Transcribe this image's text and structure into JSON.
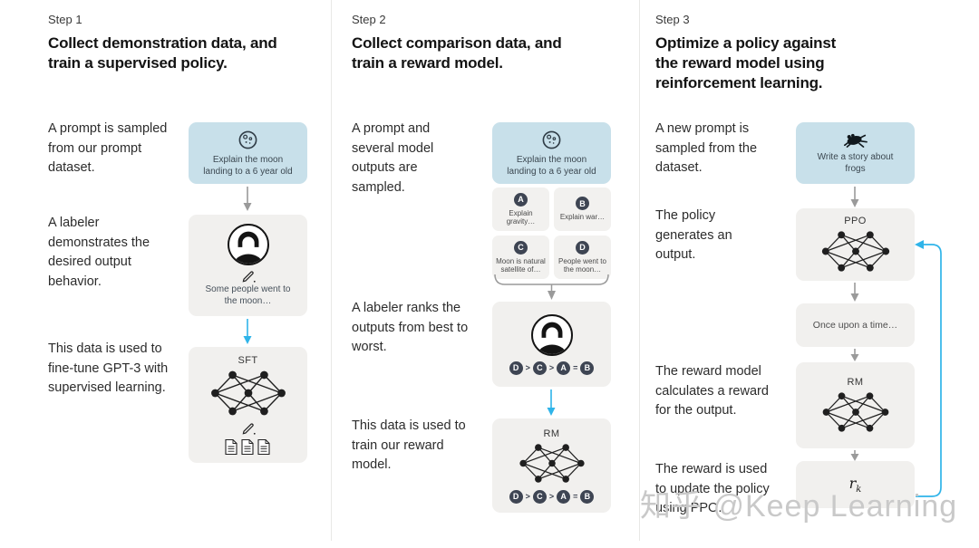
{
  "watermark": "知乎 @Keep Learning",
  "step1": {
    "label": "Step 1",
    "title": "Collect demonstration data, and train a supervised policy.",
    "note_prompt": "A prompt is sampled from our prompt dataset.",
    "note_labeler": "A labeler demonstrates the desired output behavior.",
    "note_finetune": "This data is used to fine-tune GPT-3 with supervised learning.",
    "prompt_text": "Explain the moon landing to a 6 year old",
    "demo_text": "Some people went to the moon…",
    "model_label": "SFT"
  },
  "step2": {
    "label": "Step 2",
    "title": "Collect comparison data, and train a reward model.",
    "note_sampled": "A prompt and several model outputs are sampled.",
    "note_ranks": "A labeler ranks the outputs from best to worst.",
    "note_train": "This data is used to train our reward model.",
    "prompt_text": "Explain the moon landing to a 6 year old",
    "outputs": [
      {
        "badge": "A",
        "text": "Explain gravity…"
      },
      {
        "badge": "B",
        "text": "Explain war…"
      },
      {
        "badge": "C",
        "text": "Moon is natural satellite of…"
      },
      {
        "badge": "D",
        "text": "People went to the moon…"
      }
    ],
    "ranking": {
      "b1": "D",
      "op1": ">",
      "b2": "C",
      "op2": ">",
      "b3": "A",
      "op3": "=",
      "b4": "B"
    },
    "model_label": "RM"
  },
  "step3": {
    "label": "Step 3",
    "title": "Optimize a policy against the reward model using reinforcement learning.",
    "note_prompt": "A new prompt is sampled from the dataset.",
    "note_policy": "The policy generates an output.",
    "note_reward": "The reward model calculates a reward for the output.",
    "note_update": "The reward is used to update the policy using PPO.",
    "prompt_text": "Write a story about frogs",
    "policy_label": "PPO",
    "output_text": "Once upon a time…",
    "rm_label": "RM",
    "reward_base": "r",
    "reward_sub": "k"
  },
  "colors": {
    "prompt_box": "#c8e0ea",
    "panel_box": "#f1f0ee",
    "accent_arrow": "#2fb4e9",
    "gray_arrow": "#9a9a9a",
    "badge": "#3e4553"
  }
}
